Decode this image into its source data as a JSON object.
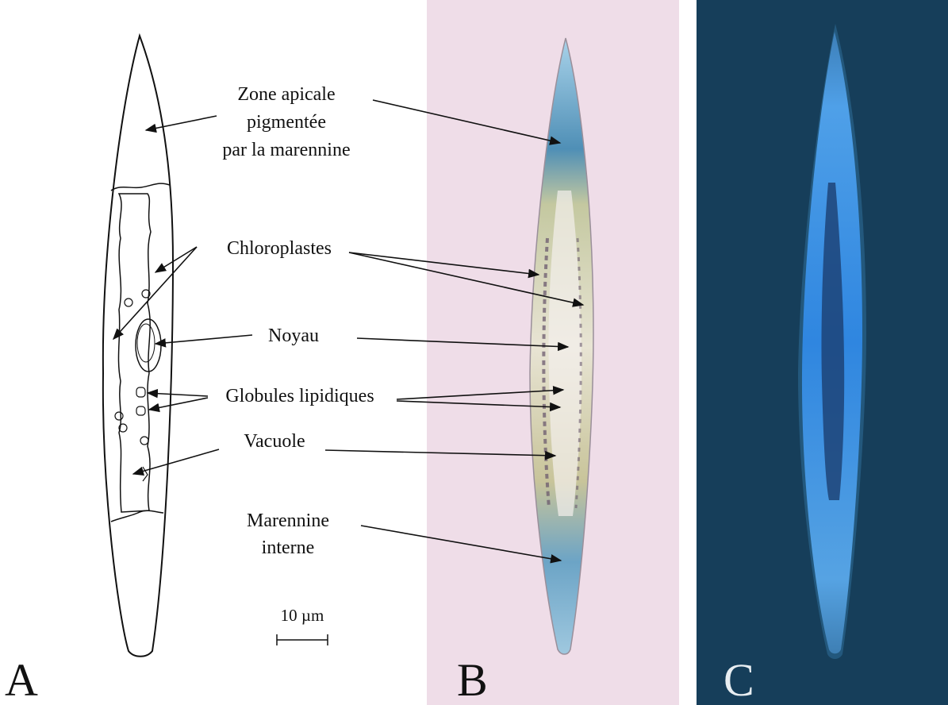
{
  "panels": {
    "a": {
      "letter": "A"
    },
    "b": {
      "letter": "B"
    },
    "c": {
      "letter": "C"
    }
  },
  "labels": {
    "zone_apicale": [
      "Zone apicale",
      "pigmentée",
      "par la marennine"
    ],
    "chloroplastes": "Chloroplastes",
    "noyau": "Noyau",
    "globules": "Globules lipidiques",
    "vacuole": "Vacuole",
    "marennine": [
      "Marennine",
      "interne"
    ]
  },
  "scale_bar": {
    "label": "10 µm"
  },
  "colors": {
    "panel_b_background": "#efdde8",
    "panel_c_background": "#163e5a",
    "cell_blue": "#6aa6c9",
    "fluorescence_blue": "#3d8fe0"
  }
}
